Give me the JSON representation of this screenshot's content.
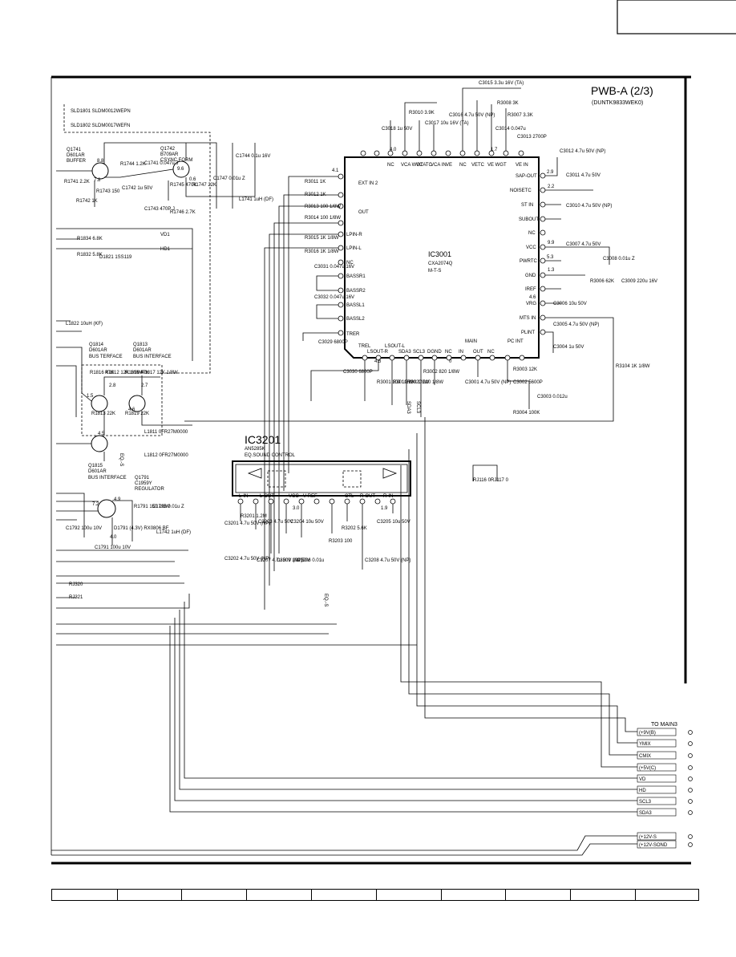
{
  "title": "PWB-A (2/3)",
  "subtitle": "(DUNTK9833WEK0)",
  "ics": {
    "ic3001": {
      "ref": "IC3001",
      "part": "CXA2074Q",
      "desc": "M-T-S"
    },
    "ic3201": {
      "ref": "IC3201",
      "part": "AN5285K",
      "desc": "EQ.SOUND CONTROL"
    }
  },
  "transistors": [
    {
      "ref": "Q1741",
      "part": "D601AR",
      "desc": "BUFFER"
    },
    {
      "ref": "Q1742",
      "part": "B709AR",
      "desc": "CSYNC FORM"
    },
    {
      "ref": "Q1814",
      "part": "D601AR",
      "desc": "BUS TERFACE"
    },
    {
      "ref": "Q1813",
      "part": "D601AR",
      "desc": "BUS INTERFACE"
    },
    {
      "ref": "Q1815",
      "part": "D601AR",
      "desc": "BUS INTERFACE"
    },
    {
      "ref": "Q1791",
      "part": "C1959Y",
      "desc": "REGULATOR"
    }
  ],
  "notes": [
    "SLD1801 SLDM0012WEPN",
    "SLD1802 SLDM0017WEFN"
  ],
  "ic3001_left_pins": [
    "EXT IN 2",
    "OUT",
    "LPIN-R",
    "LPIN-L",
    "NC",
    "BASSR1",
    "BASSR2",
    "BASSL1",
    "BASSL2",
    "TRER"
  ],
  "ic3001_right_pins": [
    "SAP-OUT",
    "NOISETC",
    "ST IN",
    "SUBOUT",
    "NC",
    "VCC",
    "PWRTC",
    "GND",
    "IREF",
    "VRG",
    "MTS IN",
    "PLINT"
  ],
  "ic3001_top_pins": [
    "NC",
    "VCA WGT",
    "VCATC",
    "VCA IN",
    "VE",
    "NC",
    "VETC",
    "VE WGT",
    "VE IN"
  ],
  "ic3001_bottom_pins": [
    "TREL",
    "LSOUT-R",
    "LSOUT-L",
    "SDA3",
    "SCL3",
    "DGND",
    "NC",
    "IN",
    "OUT",
    "NC",
    "PC INT",
    "MAIN"
  ],
  "ic3201_pins": [
    "L-IN",
    "L-OUT",
    "VCC",
    "V REF",
    "CTL",
    "R-OUT",
    "R-IN"
  ],
  "components": [
    "R3011 1K",
    "R3012 1K",
    "R3013 100 1/8W",
    "R3014 100 1/8W",
    "R3015 1K 1/8W",
    "R3016 1K 1/8W",
    "C3031 0.047u 16V",
    "C3032 0.047u 16V",
    "C3029 6800P",
    "C3030 6800P",
    "R3001 100 1/8W",
    "R3019 100 1/8W",
    "R3020 220 1/8W",
    "R3002 820 1/8W",
    "C3001 4.7u 50V (NP)",
    "R3003 12K",
    "C3002 5600P",
    "C3003 0.012u",
    "R3004 100K",
    "C3004 1u 50V",
    "C3005 4.7u 50V (NP)",
    "C3006 10u 50V",
    "C3007 4.7u 50V",
    "C3008 0.01u Z",
    "R3006 62K",
    "C3009 220u 16V",
    "C3010 4.7u 50V (NP)",
    "C3011 4.7u 50V",
    "C3012 4.7u 50V (NP)",
    "C3013 2700P",
    "C3014 0.047u",
    "R3007 3.3K",
    "R3008 3K",
    "C3015 3.3u 16V (TA)",
    "C3016 4.7u 50V (NP)",
    "C3017 10u 16V (TA)",
    "R3010 3.9K",
    "C3018 1u 50V",
    "R3104 1K 1/8W",
    "C3201 4.7u 50V (NP)",
    "R3201 1.2M",
    "C3203 4.7u 50V",
    "C3204 10u 50V",
    "R3202 5.6K",
    "R3203 100",
    "C3205 10u 50V",
    "C3206 0.01u",
    "C3207 4.7u 50V (NP)",
    "C3208 4.7u 50V (NP)",
    "C3209 10u 50V",
    "C3202 4.7u 50V (NP)",
    "R1741 2.2K",
    "R1742 1K",
    "R1743 150",
    "R1744 1.2K",
    "C1741 0.047u J",
    "C1742 1u 50V",
    "C1743 470P J",
    "R1745 470K",
    "R1746 2.7K",
    "R1747 22K",
    "C1744 0.1u 16V",
    "C1747 0.01u Z",
    "L1741 1uH (DF)",
    "R1834 6.8K",
    "R1832 5.8K",
    "D1821 1SS119",
    "L1822 10uH (KF)",
    "R1816 47K",
    "R1813 22K",
    "R1812 12K 1/8W",
    "R1818 47K",
    "R1817 12K 1/8W",
    "R1819 22K",
    "L1811 0FR27M0000",
    "L1812 0FR27M0000",
    "R1791 150 1/8W",
    "C1793 0.01u Z",
    "C1792 100u 10V",
    "C1791 100u 10V",
    "D1791 (4.3V) RX0806 BF",
    "L1742 1uH (DF)",
    "RJ320",
    "RJ321",
    "RJ116 0",
    "RJ117 0"
  ],
  "signals_inline": [
    "VD1",
    "HD1"
  ],
  "connector": {
    "title": "TO MAIN3",
    "labels": [
      "(+9V(B)",
      "YMIX",
      "CMIX",
      "(+5V(C)",
      "VD",
      "HD",
      "SCL3",
      "SDA3",
      "(+12V-S",
      "(+12V-SOND"
    ]
  },
  "vertical_labels": [
    "SDA3",
    "SCL3",
    "EQ.-S",
    "EQ.-S"
  ],
  "voltages": [
    "4.1",
    "4.0",
    "1.7",
    "4.6",
    "2.9",
    "4.5",
    "1.9",
    "1.3",
    "3.0",
    "0",
    "8.8",
    "7.8",
    "9.6",
    "0.6",
    "2.8",
    "1.5",
    "4.6",
    "4.5",
    "2.7",
    "7.2",
    "4.9",
    "4.0",
    "2.2",
    "9.9",
    "5.3"
  ]
}
